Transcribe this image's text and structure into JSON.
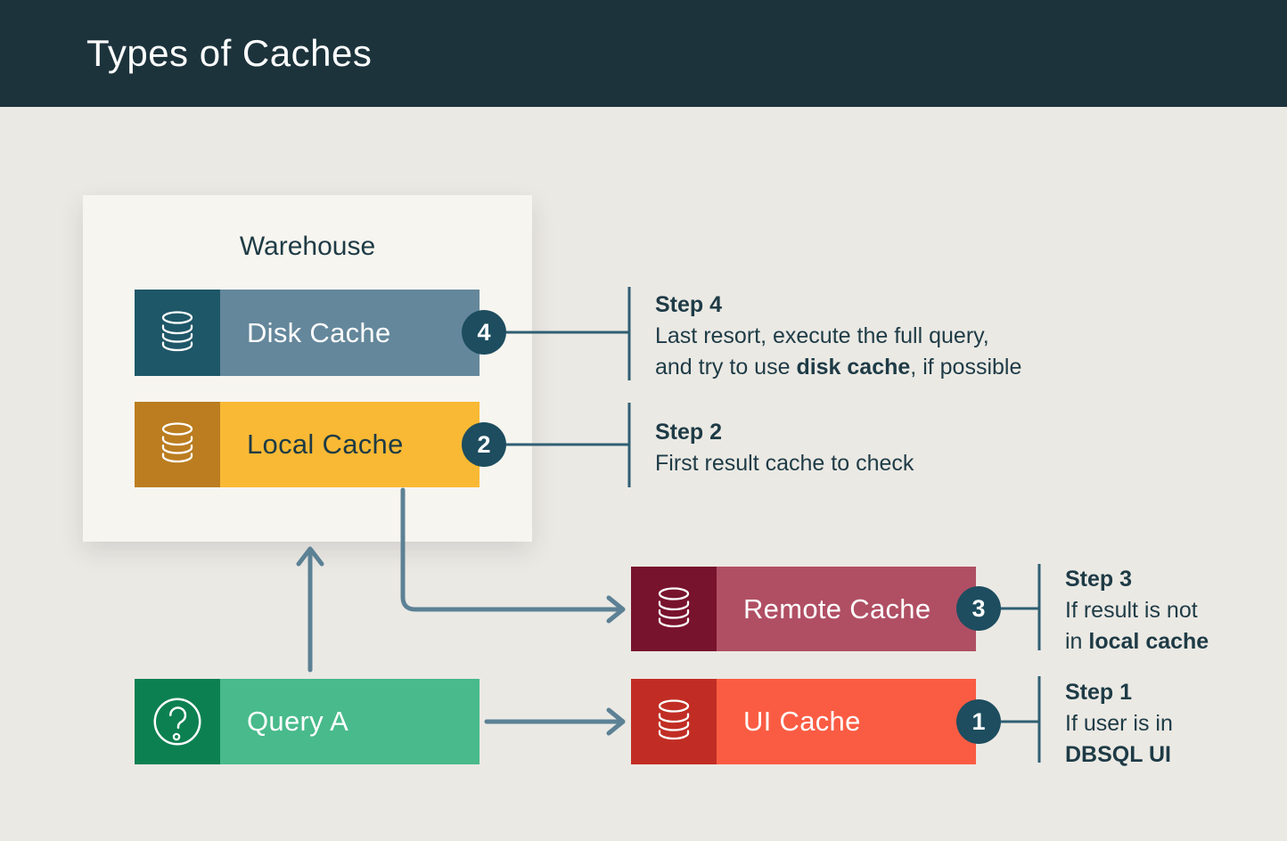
{
  "header": {
    "title": "Types of Caches"
  },
  "warehouse": {
    "label": "Warehouse"
  },
  "nodes": {
    "disk": {
      "label": "Disk Cache",
      "badge": "4"
    },
    "local": {
      "label": "Local Cache",
      "badge": "2"
    },
    "remote": {
      "label": "Remote Cache",
      "badge": "3"
    },
    "ui": {
      "label": "UI Cache",
      "badge": "1"
    },
    "query": {
      "label": "Query A"
    }
  },
  "steps": {
    "step4": {
      "title": "Step 4",
      "line1": "Last resort, execute the full query,",
      "line2_pre": "and try to use ",
      "line2_bold": "disk cache",
      "line2_post": ", if possible"
    },
    "step2": {
      "title": "Step 2",
      "line1": "First result cache to check"
    },
    "step3": {
      "title": "Step 3",
      "line1": "If result is not",
      "line2_pre": "in ",
      "line2_bold": "local cache",
      "line2_post": ""
    },
    "step1": {
      "title": "Step 1",
      "line1": "If user is in",
      "line2_pre": "",
      "line2_bold": "DBSQL UI",
      "line2_post": ""
    }
  },
  "icons": {
    "database": "database-icon",
    "question": "question-mark-icon"
  },
  "colors": {
    "page_bg": "#ebe9e4",
    "header_bg": "#1c333c",
    "card_bg": "#f7f5ef",
    "text_dark": "#1e3b46",
    "disk_icon_bg": "#1e5768",
    "disk_bar_bg": "#64879b",
    "local_icon_bg": "#bb7d20",
    "local_bar_bg": "#f9b934",
    "remote_icon_bg": "#78132d",
    "remote_bar_bg": "#b04f64",
    "ui_icon_bg": "#c12d24",
    "ui_bar_bg": "#fa5c43",
    "query_icon_bg": "#0c8051",
    "query_bar_bg": "#48ba8b",
    "badge_bg": "#1d4d5f",
    "arrow": "#5c8195",
    "connector": "#2f5f73"
  }
}
